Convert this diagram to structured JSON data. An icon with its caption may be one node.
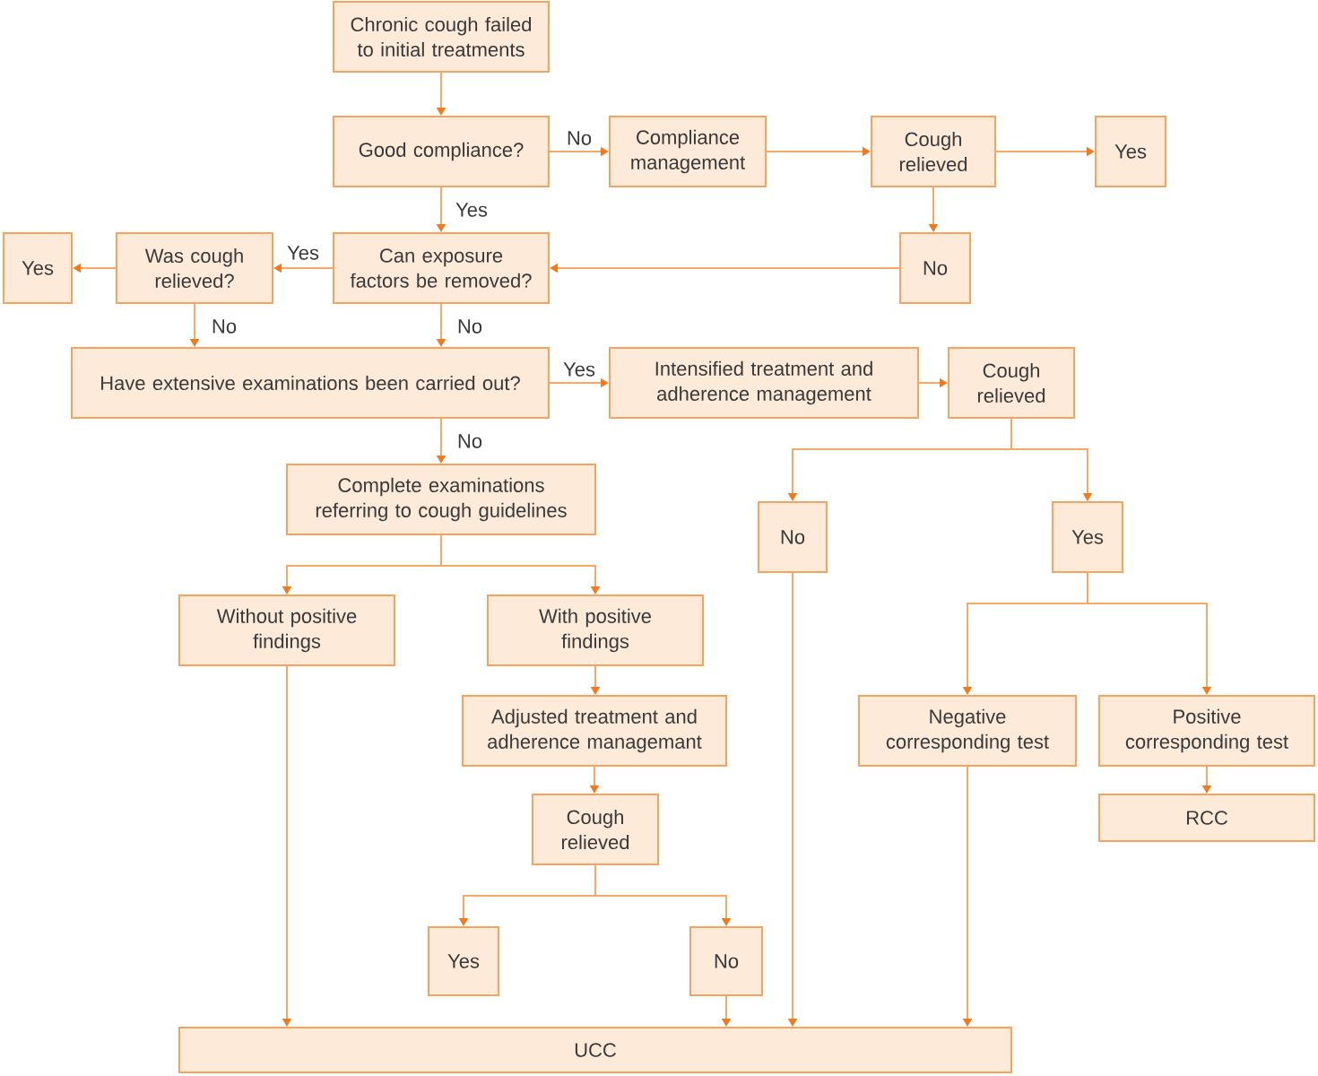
{
  "diagram": {
    "nodes": [
      {
        "text": [
          "Chronic cough failed to initial treatments"
        ]
      },
      {
        "text": [
          "Good compliance?"
        ]
      },
      {
        "text": [
          "Compliance management"
        ]
      },
      {
        "text": [
          "Cough relieved"
        ]
      },
      {
        "text": [
          "Yes"
        ]
      },
      {
        "text": [
          "Yes"
        ]
      },
      {
        "text": [
          "Was cough relieved?"
        ]
      },
      {
        "text": [
          "Can exposure factors be removed?"
        ]
      },
      {
        "text": [
          "No"
        ]
      },
      {
        "text": [
          "Have extensive examinations been carried out?"
        ]
      },
      {
        "text": [
          "Intensified treatment and adherence management"
        ]
      },
      {
        "text": [
          "Cough relieved"
        ]
      },
      {
        "text": [
          "Complete examinations referring to cough guidelines"
        ]
      },
      {
        "text": [
          "No"
        ]
      },
      {
        "text": [
          "Yes"
        ]
      },
      {
        "text": [
          "Without positive findings"
        ]
      },
      {
        "text": [
          "With positive findings"
        ]
      },
      {
        "text": [
          "Adjusted treatment and adherence managemant"
        ]
      },
      {
        "text": [
          "Negative corresponding test"
        ]
      },
      {
        "text": [
          "Positive corresponding test"
        ]
      },
      {
        "text": [
          "Cough relieved"
        ]
      },
      {
        "text": [
          "RCC"
        ]
      },
      {
        "text": [
          "Yes"
        ]
      },
      {
        "text": [
          "No"
        ]
      },
      {
        "text": [
          "UCC"
        ]
      }
    ],
    "edges": [
      {
        "from": 0,
        "to": 1,
        "arrow": "to"
      },
      {
        "from": 1,
        "to": 2,
        "arrow": "to",
        "label": "No"
      },
      {
        "from": 2,
        "to": 3,
        "arrow": "to"
      },
      {
        "from": 3,
        "to": 4,
        "arrow": "to"
      },
      {
        "from": 3,
        "to": 8,
        "arrow": "to"
      },
      {
        "from": 8,
        "to": 7,
        "arrow": "to"
      },
      {
        "from": 1,
        "to": 7,
        "arrow": "to",
        "label": "Yes"
      },
      {
        "from": 7,
        "to": 6,
        "arrow": "to",
        "label": "Yes"
      },
      {
        "from": 6,
        "to": 5,
        "arrow": "to"
      },
      {
        "from": 6,
        "to": 9,
        "arrow": "to",
        "label": "No"
      },
      {
        "from": 7,
        "to": 9,
        "arrow": "to",
        "label": "No"
      },
      {
        "from": 9,
        "to": 10,
        "arrow": "to",
        "label": "Yes"
      },
      {
        "from": 10,
        "to": 11,
        "arrow": "to"
      },
      {
        "from": 9,
        "to": 12,
        "arrow": "to",
        "label": "No"
      },
      {
        "from": 11,
        "to": 13,
        "arrow": "to"
      },
      {
        "from": 11,
        "to": 14,
        "arrow": "to"
      },
      {
        "from": 12,
        "to": 15,
        "arrow": "to"
      },
      {
        "from": 12,
        "to": 16,
        "arrow": "to"
      },
      {
        "from": 14,
        "to": 18,
        "arrow": "to"
      },
      {
        "from": 14,
        "to": 19,
        "arrow": "to"
      },
      {
        "from": 16,
        "to": 17,
        "arrow": "to"
      },
      {
        "from": 17,
        "to": 20,
        "arrow": "to"
      },
      {
        "from": 19,
        "to": 21,
        "arrow": "to"
      },
      {
        "from": 20,
        "to": 22,
        "arrow": "to"
      },
      {
        "from": 20,
        "to": 23,
        "arrow": "to"
      },
      {
        "from": 15,
        "to": 24,
        "arrow": "to"
      },
      {
        "from": 23,
        "to": 24,
        "arrow": "to"
      },
      {
        "from": 13,
        "to": 24,
        "arrow": "to"
      },
      {
        "from": 18,
        "to": 24,
        "arrow": "to"
      }
    ]
  }
}
